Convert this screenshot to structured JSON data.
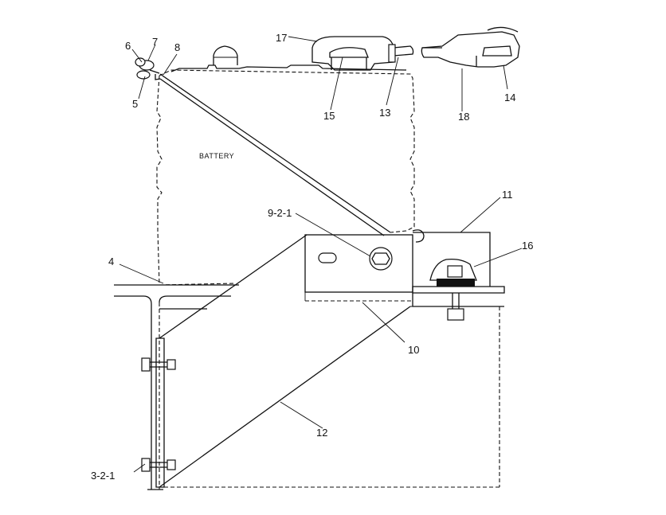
{
  "battery_label": "BATTERY",
  "callouts": {
    "c3": "3-2-1",
    "c4": "4",
    "c5": "5",
    "c6": "6",
    "c7": "7",
    "c8": "8",
    "c9": "9-2-1",
    "c10": "10",
    "c11": "11",
    "c12": "12",
    "c13": "13",
    "c14": "14",
    "c15": "15",
    "c16": "16",
    "c17": "17",
    "c18": "18"
  }
}
